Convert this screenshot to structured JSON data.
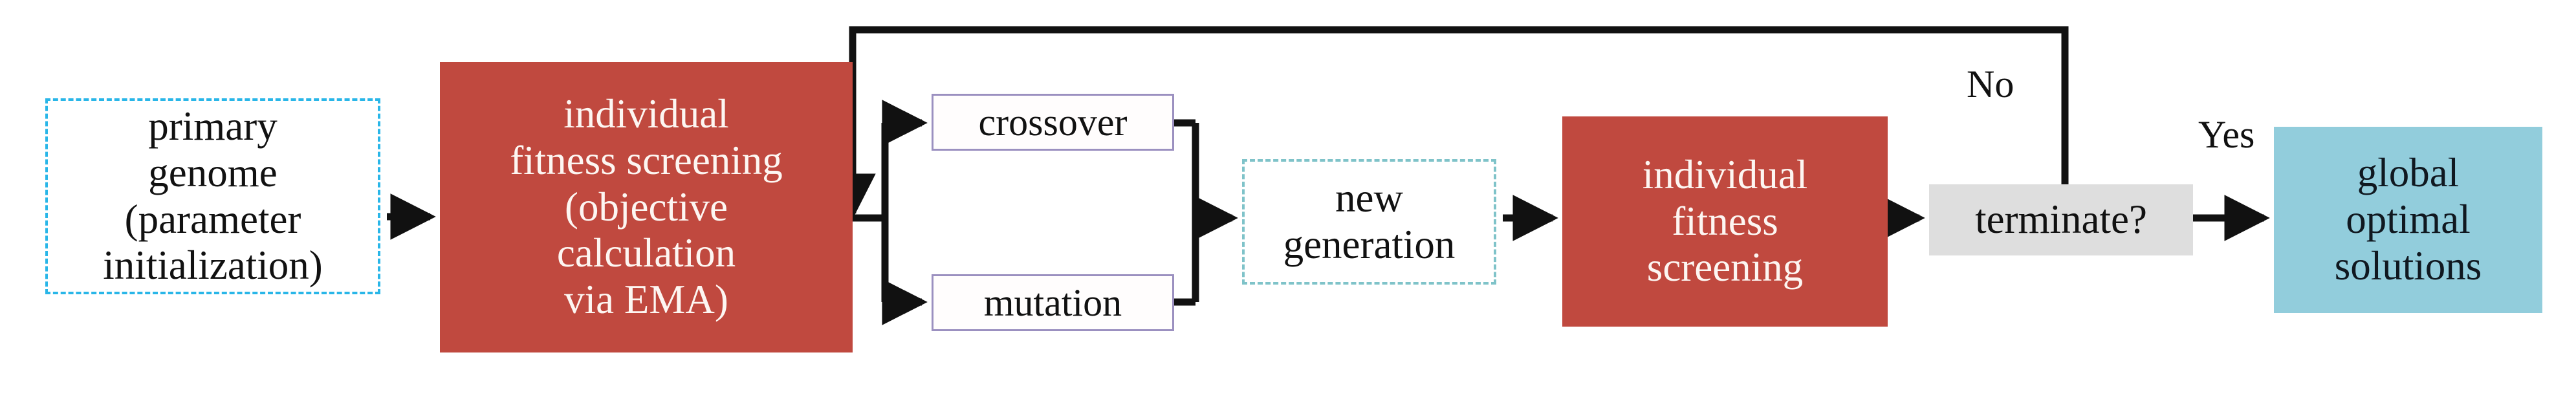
{
  "diagram": {
    "title": "Genetic algorithm optimisation flowchart",
    "background_color": "#ffffff",
    "nodes": {
      "primary_genome": {
        "label": "primary\ngenome\n(parameter\ninitialization)",
        "shape": "rectangle",
        "border_style": "dashed",
        "border_color": "#29b6e8",
        "fill_color": "#ffffff",
        "text_color": "#111111"
      },
      "fitness_screening_ema": {
        "label": "individual\nfitness screening\n(objective\ncalculation\nvia EMA)",
        "shape": "rectangle",
        "border_style": "none",
        "fill_color": "#c0493f",
        "text_color": "#fdf6f2"
      },
      "crossover": {
        "label": "crossover",
        "shape": "rectangle",
        "border_style": "solid",
        "border_color": "#9b90c0",
        "fill_color": "#fffdfd",
        "text_color": "#111111"
      },
      "mutation": {
        "label": "mutation",
        "shape": "rectangle",
        "border_style": "solid",
        "border_color": "#9b90c0",
        "fill_color": "#fffdfd",
        "text_color": "#111111"
      },
      "new_generation": {
        "label": "new\ngeneration",
        "shape": "rectangle",
        "border_style": "dashed",
        "border_color": "#7fc3c9",
        "fill_color": "#ffffff",
        "text_color": "#111111"
      },
      "fitness_screening_2": {
        "label": "individual\nfitness\nscreening",
        "shape": "rectangle",
        "border_style": "none",
        "fill_color": "#c0493f",
        "text_color": "#fdf6f2"
      },
      "terminate": {
        "label": "terminate?",
        "shape": "rectangle",
        "border_style": "none",
        "fill_color": "#dedede",
        "text_color": "#111111"
      },
      "global_optimal": {
        "label": "global\noptimal\nsolutions",
        "shape": "rectangle",
        "border_style": "none",
        "fill_color": "#92cddc",
        "text_color": "#101820"
      }
    },
    "edge_labels": {
      "no": "No",
      "yes": "Yes"
    },
    "edges": [
      {
        "from": "primary_genome",
        "to": "fitness_screening_ema",
        "label": "",
        "style": "arrow"
      },
      {
        "from": "fitness_screening_ema",
        "to": "crossover",
        "label": "",
        "style": "arrow"
      },
      {
        "from": "fitness_screening_ema",
        "to": "mutation",
        "label": "",
        "style": "arrow"
      },
      {
        "from": "crossover",
        "to": "new_generation",
        "label": "",
        "style": "arrow"
      },
      {
        "from": "mutation",
        "to": "new_generation",
        "label": "",
        "style": "arrow"
      },
      {
        "from": "new_generation",
        "to": "fitness_screening_2",
        "label": "",
        "style": "arrow"
      },
      {
        "from": "fitness_screening_2",
        "to": "terminate",
        "label": "",
        "style": "arrow"
      },
      {
        "from": "terminate",
        "to": "global_optimal",
        "label": "Yes",
        "style": "arrow"
      },
      {
        "from": "terminate",
        "to": "crossover_branch",
        "label": "No",
        "style": "feedback-loop"
      }
    ]
  }
}
